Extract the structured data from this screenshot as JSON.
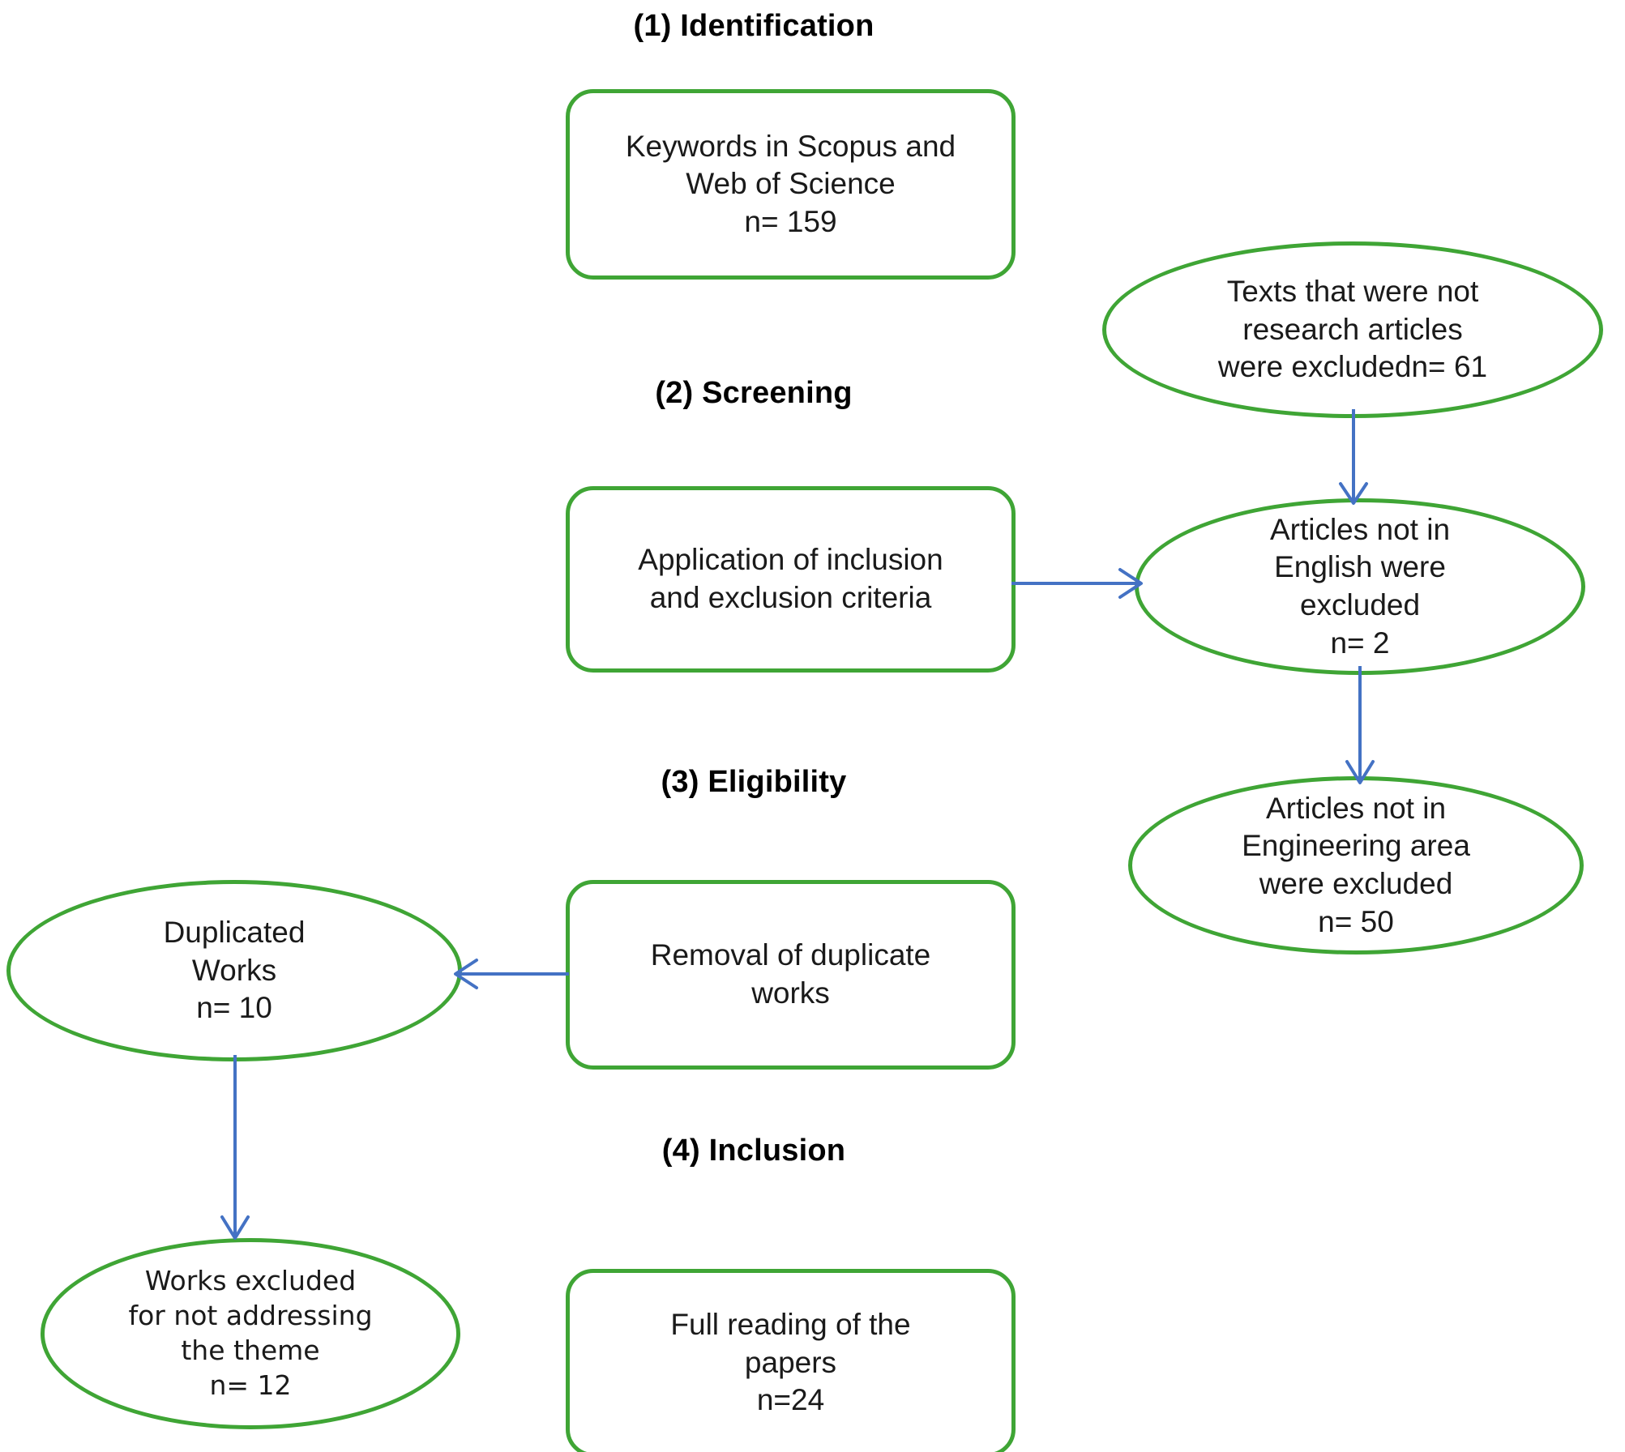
{
  "diagram": {
    "title": "PRISMA systematic review flow diagram",
    "colors": {
      "node_border": "#3FA535",
      "arrow": "#4472C4",
      "text": "#1a1a1a",
      "heading": "#000000",
      "background": "#ffffff"
    },
    "stages": [
      {
        "id": "identification",
        "label": "(1) Identification"
      },
      {
        "id": "screening",
        "label": "(2) Screening"
      },
      {
        "id": "eligibility",
        "label": "(3) Eligibility"
      },
      {
        "id": "inclusion",
        "label": "(4) Inclusion"
      }
    ],
    "process_boxes": [
      {
        "id": "keywords",
        "shape": "rounded-rectangle",
        "text": "Keywords in Scopus and\nWeb of Science\nn= 159",
        "count": 159
      },
      {
        "id": "criteria",
        "shape": "rounded-rectangle",
        "text": "Application of inclusion\nand exclusion criteria",
        "count": null
      },
      {
        "id": "removal-duplicates",
        "shape": "rounded-rectangle",
        "text": "Removal of duplicate\nworks",
        "count": null
      },
      {
        "id": "full-reading",
        "shape": "rounded-rectangle",
        "text": "Full reading of the\npapers\nn=24",
        "count": 24
      }
    ],
    "exclusion_nodes": [
      {
        "id": "not-research-articles",
        "shape": "ellipse",
        "text": "Texts that were not\nresearch articles\nwere excludedn= 61",
        "count": 61
      },
      {
        "id": "not-english",
        "shape": "ellipse",
        "text": "Articles not in\nEnglish were\nexcluded\nn= 2",
        "count": 2
      },
      {
        "id": "not-engineering",
        "shape": "ellipse",
        "text": "Articles not in\nEngineering area\nwere excluded\nn= 50",
        "count": 50
      },
      {
        "id": "duplicated-works",
        "shape": "ellipse",
        "text": "Duplicated\nWorks\nn= 10",
        "count": 10
      },
      {
        "id": "not-addressing-theme",
        "shape": "ellipse",
        "text": "Works excluded\nfor not addressing\nthe theme\nn= 12",
        "count": 12
      }
    ],
    "connectors": [
      {
        "id": "not-research-to-not-english",
        "from": "not-research-articles",
        "to": "not-english",
        "direction": "down",
        "style": "solid-arrow"
      },
      {
        "id": "criteria-to-not-english",
        "from": "criteria",
        "to": "not-english",
        "direction": "right",
        "style": "solid-arrow"
      },
      {
        "id": "not-english-to-not-engineering",
        "from": "not-english",
        "to": "not-engineering",
        "direction": "down",
        "style": "solid-arrow"
      },
      {
        "id": "removal-to-duplicated",
        "from": "removal-duplicates",
        "to": "duplicated-works",
        "direction": "left",
        "style": "solid-arrow"
      },
      {
        "id": "duplicated-to-not-addressing",
        "from": "duplicated-works",
        "to": "not-addressing-theme",
        "direction": "down",
        "style": "solid-arrow"
      }
    ]
  }
}
